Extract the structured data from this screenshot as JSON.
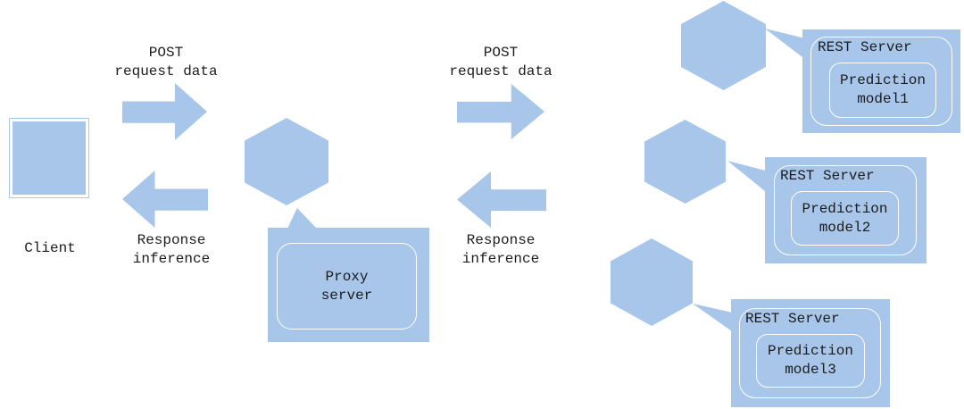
{
  "colors": {
    "shape_fill": "#a8c5ea",
    "frame_stroke": "#ffffff",
    "text": "#1c1c1c",
    "background": "#ffffff"
  },
  "client": {
    "label": "Client"
  },
  "arrows": [
    {
      "direction": "right",
      "label_line1": "POST",
      "label_line2": "request data"
    },
    {
      "direction": "left",
      "label_line1": "Response",
      "label_line2": "inference"
    },
    {
      "direction": "right",
      "label_line1": "POST",
      "label_line2": "request data"
    },
    {
      "direction": "left",
      "label_line1": "Response",
      "label_line2": "inference"
    }
  ],
  "proxy": {
    "title_line1": "Proxy",
    "title_line2": "server"
  },
  "rest_servers": [
    {
      "title": "REST Server",
      "model_line1": "Prediction",
      "model_line2": "model1"
    },
    {
      "title": "REST Server",
      "model_line1": "Prediction",
      "model_line2": "model2"
    },
    {
      "title": "REST Server",
      "model_line1": "Prediction",
      "model_line2": "model3"
    }
  ]
}
